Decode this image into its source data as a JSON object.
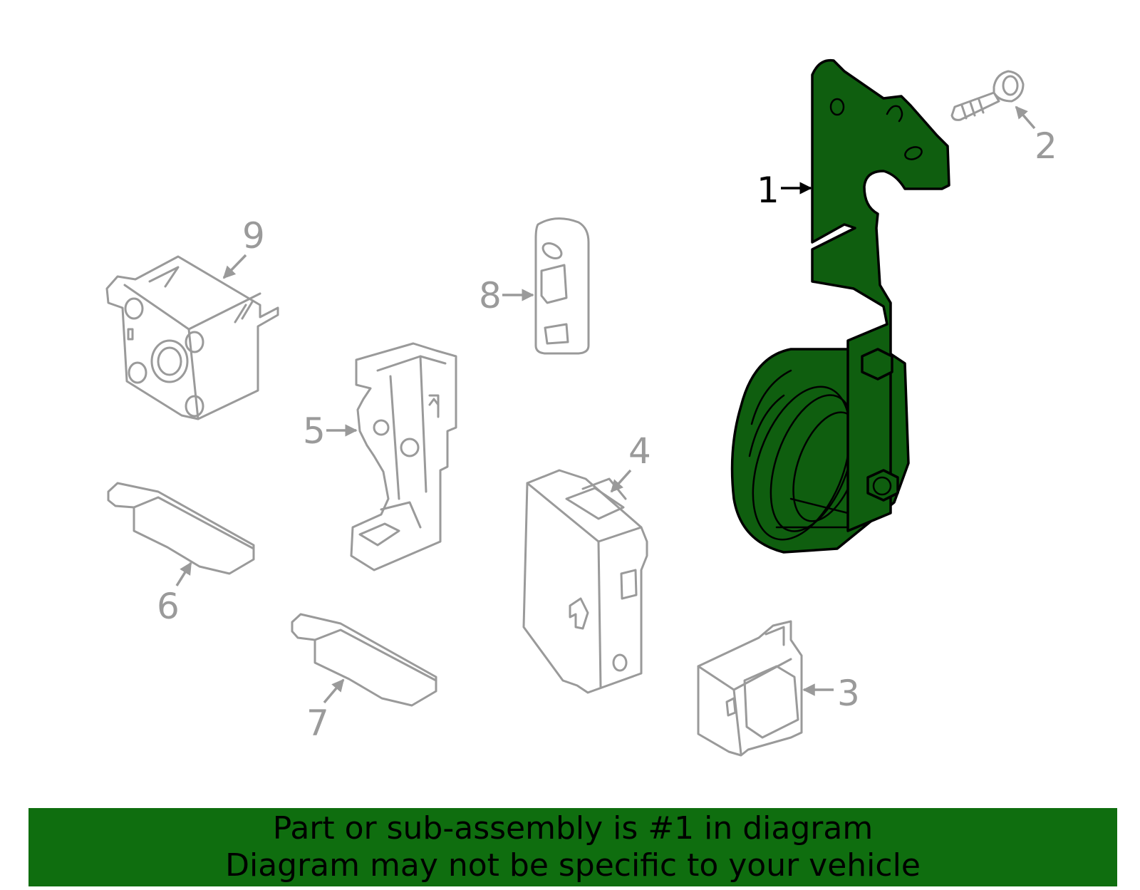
{
  "colors": {
    "highlight_fill": "#0f5e0f",
    "banner": "#0f6e0f",
    "part_stroke": "#9a9a9a"
  },
  "callouts": {
    "c1": "1",
    "c2": "2",
    "c3": "3",
    "c4": "4",
    "c5": "5",
    "c6": "6",
    "c7": "7",
    "c8": "8",
    "c9": "9"
  },
  "highlighted_part": "1",
  "banner": {
    "line1": "Part or sub-assembly is #1 in diagram",
    "line2": "Diagram may not be specific to your vehicle"
  }
}
